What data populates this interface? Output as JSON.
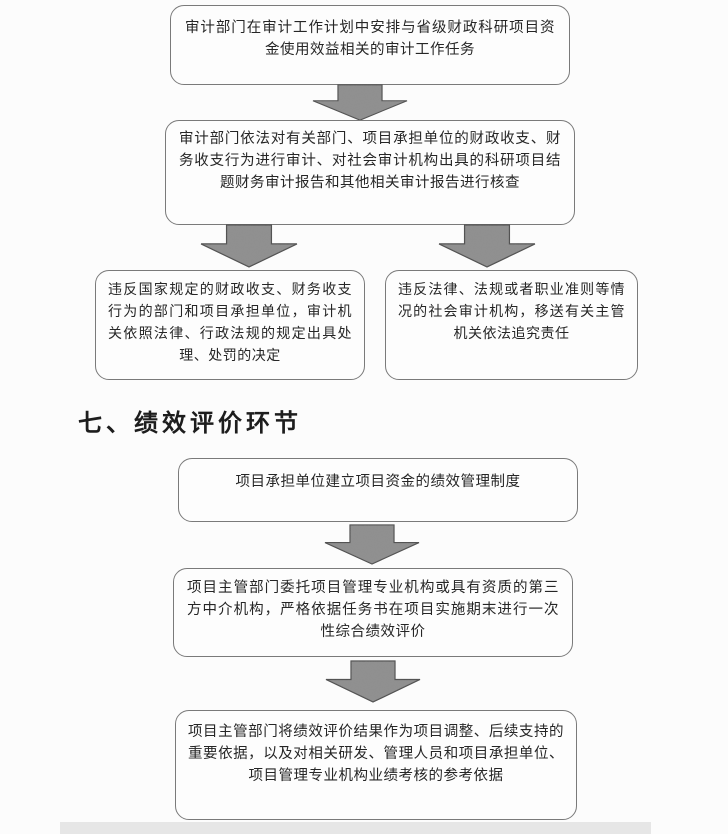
{
  "colors": {
    "background": "#fcfcfc",
    "box_border": "#7a7a7a",
    "text": "#262626",
    "arrow_fill": "#8f8f8f",
    "arrow_stroke": "#4f4f4f",
    "bottom_bar": "#e6e6e6"
  },
  "audit_section": {
    "step1": "审计部门在审计工作计划中安排与省级财政科研项目资金使用效益相关的审计工作任务",
    "step2": "审计部门依法对有关部门、项目承担单位的财政收支、财务收支行为进行审计、对社会审计机构出具的科研项目结题财务审计报告和其他相关审计报告进行核查",
    "outcome_left": "违反国家规定的财政收支、财务收支行为的部门和项目承担单位，审计机关依照法律、行政法规的规定出具处理、处罚的决定",
    "outcome_right": "违反法律、法规或者职业准则等情况的社会审计机构，移送有关主管机关依法追究责任"
  },
  "performance_section": {
    "heading": "七、绩效评价环节",
    "step1": "项目承担单位建立项目资金的绩效管理制度",
    "step2": "项目主管部门委托项目管理专业机构或具有资质的第三方中介机构，严格依据任务书在项目实施期末进行一次性综合绩效评价",
    "step3": "项目主管部门将绩效评价结果作为项目调整、后续支持的重要依据，以及对相关研发、管理人员和项目承担单位、项目管理专业机构业绩考核的参考依据"
  }
}
